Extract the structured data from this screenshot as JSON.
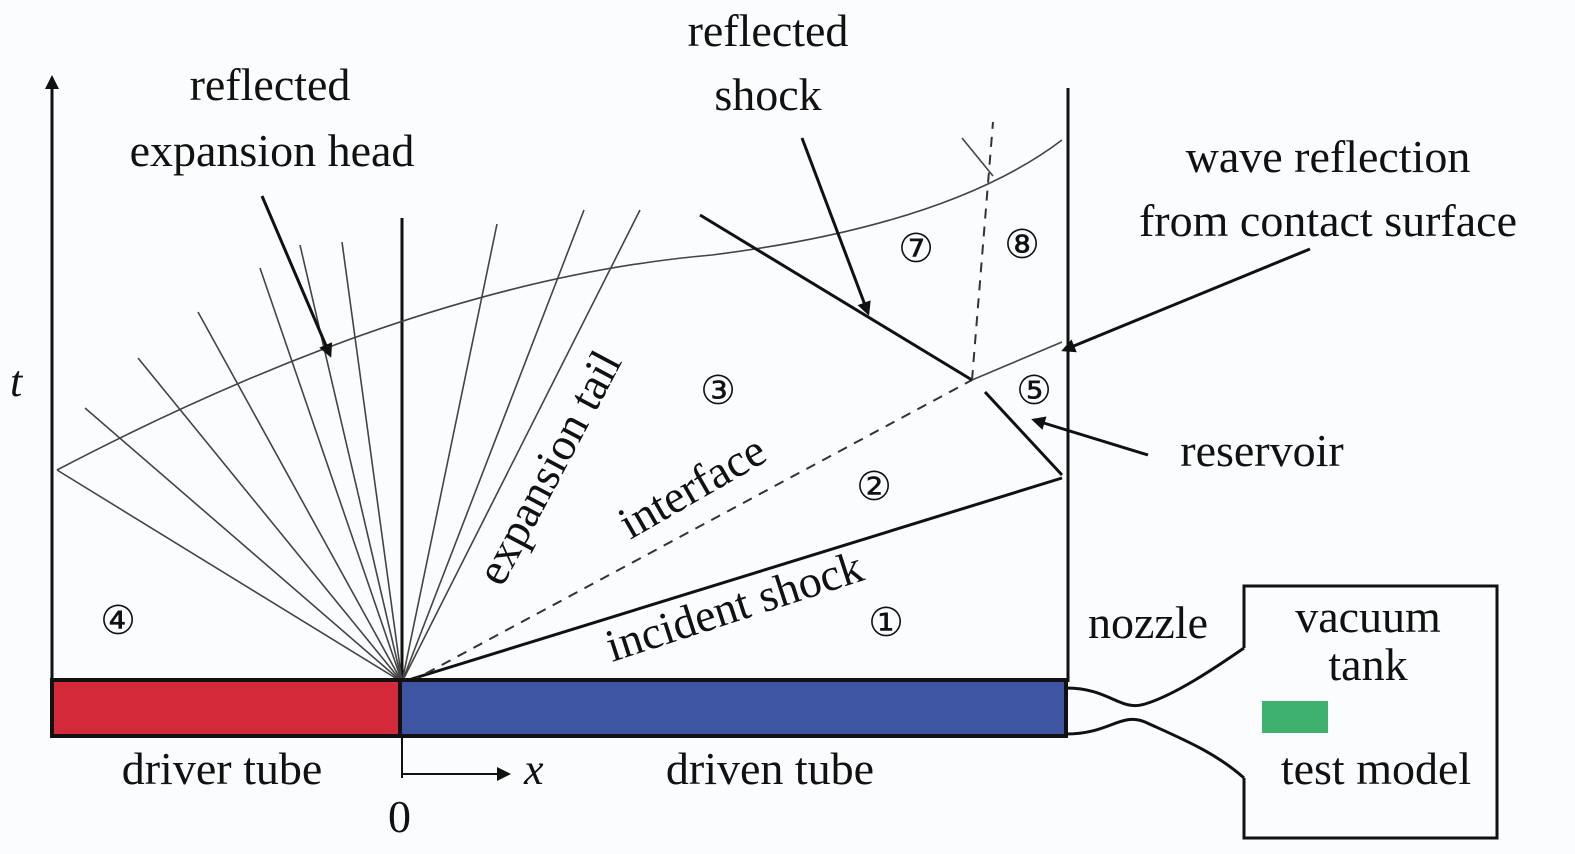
{
  "colors": {
    "driver_tube": "#d42a3a",
    "driven_tube": "#3d55a2",
    "test_model": "#3fb16e"
  },
  "axes": {
    "t_label": "t",
    "x_label": "x",
    "origin_label": "0"
  },
  "labels": {
    "reflected_expansion_head": [
      "reflected",
      "expansion head"
    ],
    "reflected_shock": [
      "reflected",
      "shock"
    ],
    "wave_reflection": [
      "wave reflection",
      "from contact surface"
    ],
    "reservoir": "reservoir",
    "expansion_tail": "expansion tail",
    "interface": "interface",
    "incident_shock": "incident shock",
    "nozzle": "nozzle",
    "vacuum_tank": [
      "vacuum",
      "tank"
    ],
    "test_model": "test model",
    "driver_tube": "driver tube",
    "driven_tube": "driven tube"
  },
  "regions": [
    "①",
    "②",
    "③",
    "④",
    "⑤",
    "⑦",
    "⑧"
  ]
}
